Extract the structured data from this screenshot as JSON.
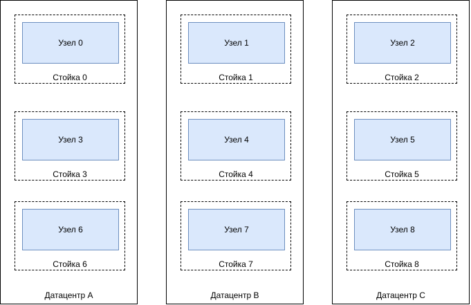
{
  "datacenters": [
    {
      "label": "Датацентр A",
      "racks": [
        {
          "label": "Стойка 0",
          "node": "Узел 0"
        },
        {
          "label": "Стойка 3",
          "node": "Узел 3"
        },
        {
          "label": "Стойка 6",
          "node": "Узел 6"
        }
      ]
    },
    {
      "label": "Датацентр B",
      "racks": [
        {
          "label": "Стойка 1",
          "node": "Узел 1"
        },
        {
          "label": "Стойка 4",
          "node": "Узел 4"
        },
        {
          "label": "Стойка 7",
          "node": "Узел 7"
        }
      ]
    },
    {
      "label": "Датацентр C",
      "racks": [
        {
          "label": "Стойка 2",
          "node": "Узел 2"
        },
        {
          "label": "Стойка 5",
          "node": "Узел 5"
        },
        {
          "label": "Стойка 8",
          "node": "Узел 8"
        }
      ]
    }
  ],
  "colors": {
    "node_fill": "#dae8fc",
    "node_border": "#6c8ebf",
    "line": "#000000"
  }
}
